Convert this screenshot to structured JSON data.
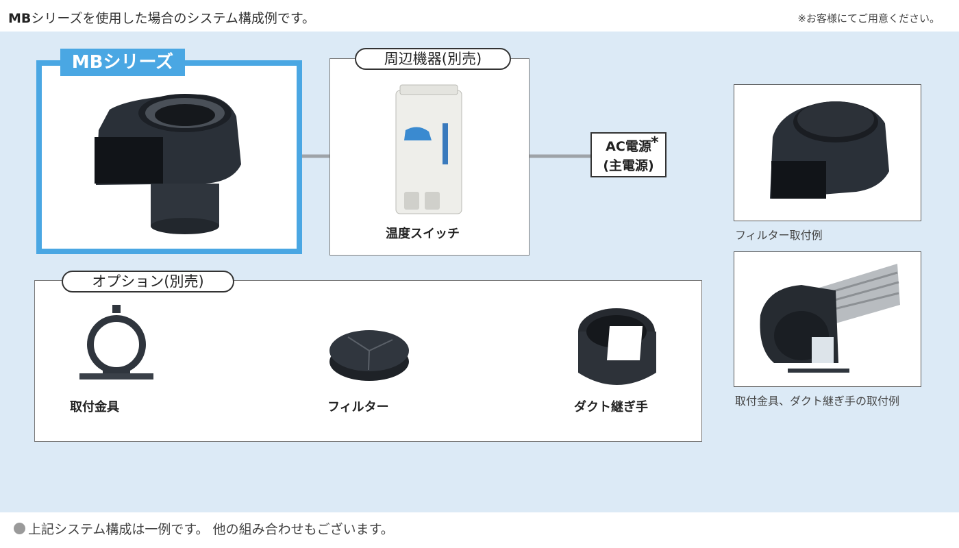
{
  "header": {
    "title_bold": "MB",
    "title_rest": "シリーズを使用した場合のシステム構成例です。",
    "note": "※お客様にてご用意ください。"
  },
  "main_product": {
    "label": "MBシリーズ"
  },
  "peripheral": {
    "heading": "周辺機器(別売)",
    "item_label": "温度スイッチ"
  },
  "power": {
    "line1": "AC電源",
    "line2": "(主電源)",
    "asterisk": "*"
  },
  "options": {
    "heading": "オプション(別売)",
    "items": [
      "取付金具",
      "フィルター",
      "ダクト継ぎ手"
    ]
  },
  "examples": {
    "filter_caption": "フィルター取付例",
    "bracket_duct_caption": "取付金具、ダクト継ぎ手の取付例"
  },
  "footer": {
    "note": "上記システム構成は一例です。 他の組み合わせもございます。"
  },
  "colors": {
    "accent_blue": "#4aa7e3",
    "panel_bg": "#dceaf6",
    "product_dark": "#2a3038"
  }
}
